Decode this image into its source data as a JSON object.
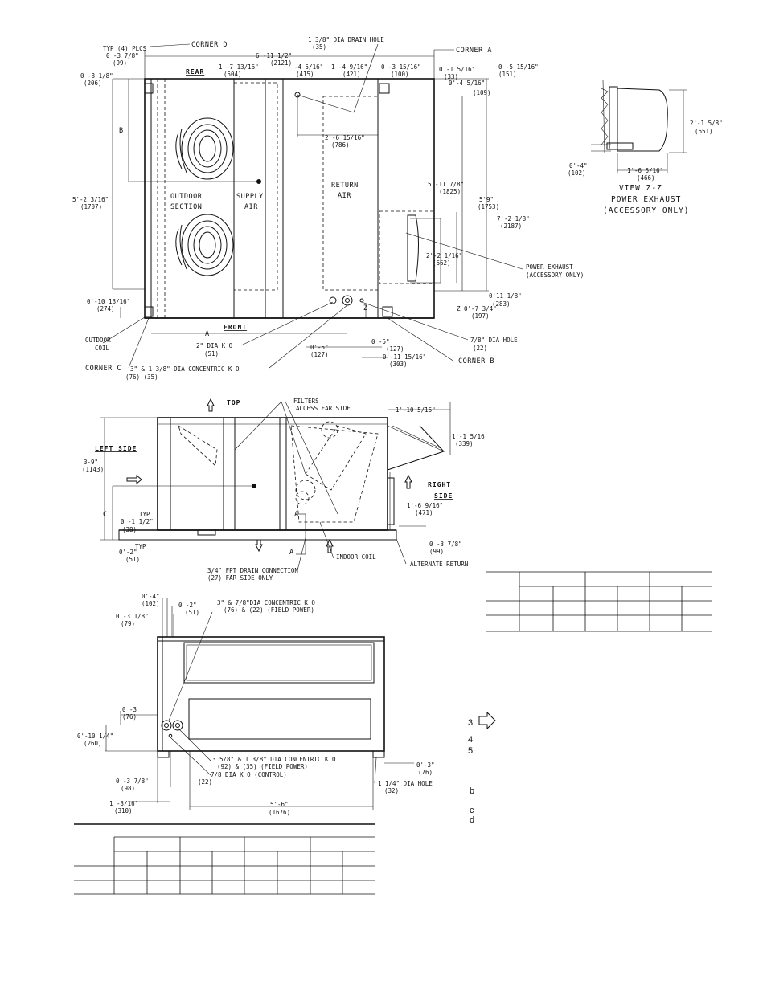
{
  "top_view": {
    "side_labels": {
      "rear": "REAR",
      "front": "FRONT"
    },
    "corners": {
      "a": "CORNER A",
      "b": "CORNER B",
      "c": "CORNER C",
      "d": "CORNER D"
    },
    "section_labels": {
      "outdoor": "OUTDOOR",
      "section": "SECTION",
      "supply": "SUPPLY",
      "air": "AIR",
      "return": "RETURN",
      "return_air": "AIR"
    },
    "callouts": {
      "typ_4_plcs": "TYP (4) PLCS",
      "drain_hole": "1 3/8\" DIA DRAIN HOLE",
      "drain_hole_mm": "(35)",
      "power_exhaust": "POWER EXHAUST",
      "power_exhaust_2": "(ACCESSORY ONLY)",
      "outdoor_coil": "OUTDOOR",
      "outdoor_coil_2": "COIL",
      "ko_2in": "2\" DIA K O",
      "ko_2in_mm": "(51)",
      "concentric_ko": "3\" & 1 3/8\" DIA CONCENTRIC K O",
      "concentric_ko_mm": "(76)       (35)",
      "hole_7_8": "7/8\" DIA HOLE",
      "hole_7_8_mm": "(22)"
    },
    "dims": {
      "d1": "0 -3 7/8\"",
      "d1m": "(99)",
      "d2": "0 -8 1/8\"",
      "d2m": "(206)",
      "d3": "6 -11 1/2\"",
      "d3m": "(2121)",
      "d4": "1 -7 13/16\"",
      "d4m": "(504)",
      "d5": "-4 5/16\"",
      "d5m": "(415)",
      "d6": "1 -4 9/16\"",
      "d6m": "(421)",
      "d7": "0 -3 15/16\"",
      "d7m": "(100)",
      "d8": "0 -1 5/16\"",
      "d8m": "(33)",
      "d9": "0 -5 15/16\"",
      "d9m": "(151)",
      "d10": "0'-4 5/16\"",
      "d10m": "(109)",
      "d11": "2'-6 15/16\"",
      "d11m": "(786)",
      "d12": "5'-11 7/8\"",
      "d12m": "(1825)",
      "d13": "5'-2 3/16\"",
      "d13m": "(1707)",
      "d14": "5'9\"",
      "d14m": "(1753)",
      "d15": "7'-2 1/8\"",
      "d15m": "(2187)",
      "d16": "2'-2 1/16\"",
      "d16m": "(662)",
      "d17": "0'-10 13/16\"",
      "d17m": "(274)",
      "d18": "0'11 1/8\"",
      "d18m": "(283)",
      "d19": "Z 0'-7 3/4\"",
      "d19m": "(197)",
      "d20": "0'-5\"",
      "d20m": "(127)",
      "d21": "0 -5\"",
      "d21m": "(127)",
      "d22": "0'-11 15/16\"",
      "d22m": "(303)",
      "a": "A",
      "b": "B",
      "z": "Z"
    }
  },
  "view_zz": {
    "title": "VIEW Z-Z",
    "subtitle": "POWER EXHAUST",
    "subtitle2": "(ACCESSORY ONLY)",
    "d1": "2'-1 5/8\"",
    "d1m": "(651)",
    "d2": "0'-4\"",
    "d2m": "(102)",
    "d3": "1'-6 5/16\"",
    "d3m": "(466)"
  },
  "left_view": {
    "top_label": "TOP",
    "left_side": "LEFT SIDE",
    "right_side": "RIGHT",
    "right_side_2": "SIDE",
    "filters": "FILTERS",
    "filters_2": "ACCESS FAR SIDE",
    "indoor_coil": "INDOOR COIL",
    "alternate_return": "ALTERNATE RETURN",
    "drain": "3/4\" FPT DRAIN CONNECTION",
    "drain_mm": "(27)   FAR SIDE ONLY",
    "d1": "3-9\"",
    "d1m": "(1143)",
    "d2": "1'-10 5/16\"",
    "d3": "1'-1 5/16",
    "d3m": "(339)",
    "d4": "1'-6 9/16\"",
    "d4m": "(471)",
    "d5": "0 -1 1/2\"",
    "d5m": "(38)",
    "d6": "0'-2\"",
    "d6m": "(51)",
    "d7": "0 -3 7/8\"",
    "d7m": "(99)",
    "typ": "TYP",
    "c": "C",
    "a": "A"
  },
  "right_view": {
    "power_ko": "3\" & 7/8\"DIA CONCENTRIC K O",
    "power_ko_2": "(76) & (22) (FIELD POWER)",
    "power_ko_big": "3 5/8\" & 1 3/8\" DIA CONCENTRIC K O",
    "power_ko_big_2": "(92) & (35) (FIELD POWER)",
    "control_ko": "7/8 DIA K O (CONTROL)",
    "control_ko_m": "(22)",
    "hole_1_14": "1 1/4\" DIA HOLE",
    "hole_1_14_m": "(32)",
    "d1": "0'-4\"",
    "d1m": "(102)",
    "d2": "0 -2\"",
    "d2m": "(51)",
    "d3": "0 -3 1/8\"",
    "d3m": "(79)",
    "d4": "0 -3",
    "d4m": "(76)",
    "d5": "0'-10 1/4\"",
    "d5m": "(260)",
    "d6": "0 -3 7/8\"",
    "d6m": "(98)",
    "d7": "1 -3/16\"",
    "d7m": "(310)",
    "d8": "5'-6\"",
    "d8m": "(1676)",
    "d9": "0'-3\"",
    "d9m": "(76)"
  },
  "notes": {
    "n3": "3.",
    "n4": "4",
    "n5": "5",
    "nb": "b",
    "nc": "c",
    "nd": "d"
  }
}
